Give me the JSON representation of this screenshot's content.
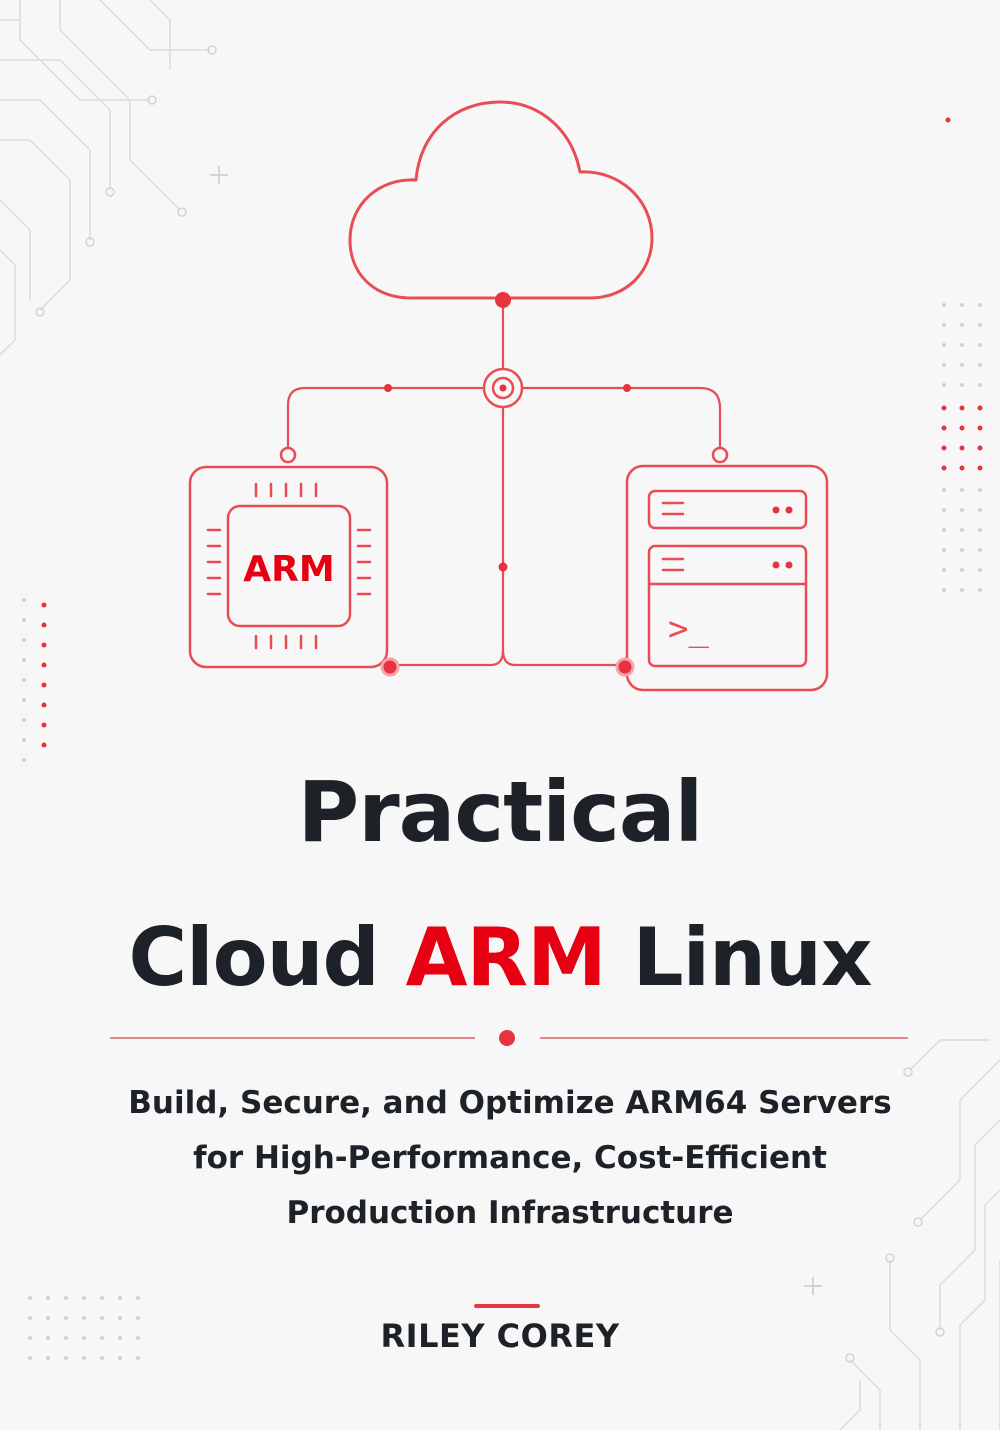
{
  "title": {
    "line1": "Practical",
    "line2_before": "Cloud ",
    "line2_accent": "ARM",
    "line2_after": " Linux"
  },
  "chip_label": "ARM",
  "terminal_prompt": ">_",
  "subtitle": {
    "line1": "Build, Secure, and Optimize ARM64 Servers",
    "line2": "for High-Performance, Cost-Efficient",
    "line3": "Production Infrastructure"
  },
  "author": "RILEY COREY",
  "colors": {
    "accent": "#e60012",
    "line_red": "#e84c55",
    "text_dark": "#1d2128",
    "background": "#f7f7f7"
  }
}
